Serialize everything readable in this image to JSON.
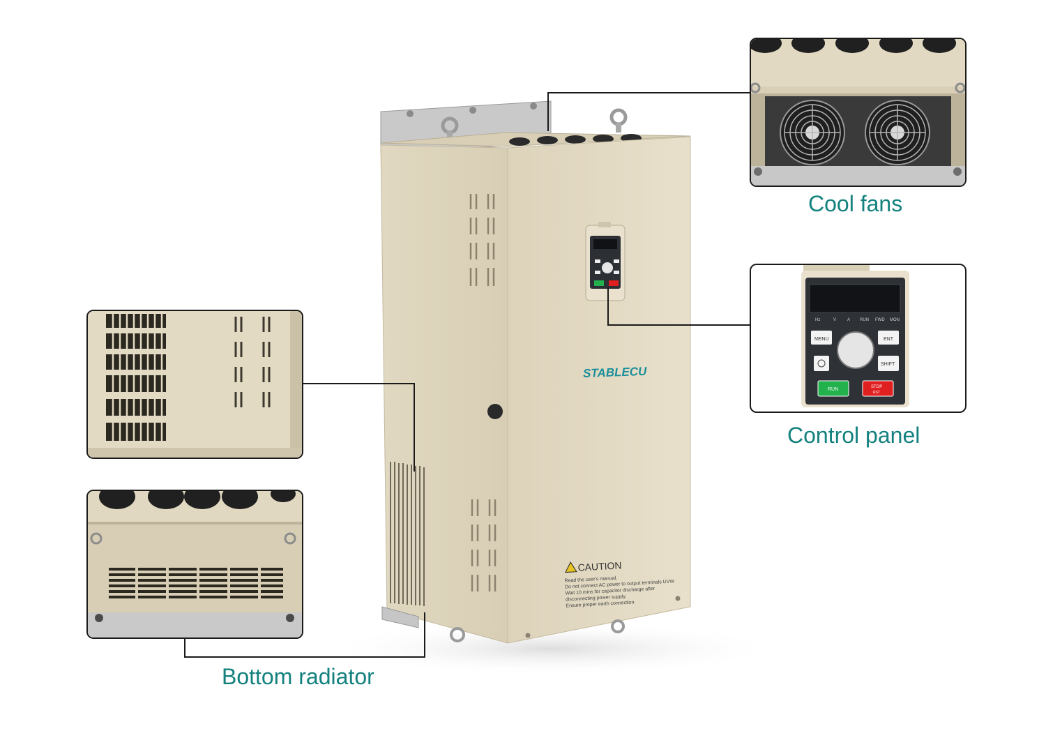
{
  "product": {
    "brand": "STABLECU",
    "caution": {
      "heading": "CAUTION",
      "lines": [
        "Read the user's manual.",
        "Do not connect AC power to output terminals UVW",
        "Wait 10 mins for capacitor discharge after",
        "disconnecting power supply.",
        "Ensure proper earth connection."
      ]
    },
    "colors": {
      "body": "#e3dac3",
      "label": "#13817e",
      "run": "#22b14c",
      "stop": "#e02020"
    }
  },
  "callouts": {
    "cool_fans": {
      "label": "Cool fans",
      "icon": "fan-icon"
    },
    "control_panel": {
      "label": "Control panel",
      "indicators": [
        "Hz",
        "V",
        "A",
        "RUN",
        "FWD",
        "MON"
      ],
      "keys": {
        "menu": "MENU",
        "ent": "ENT",
        "shift": "SHIFT",
        "run": "RUN",
        "stop": "STOP",
        "rst": "RST"
      }
    },
    "bottom_radiator": {
      "label": "Bottom radiator"
    }
  }
}
